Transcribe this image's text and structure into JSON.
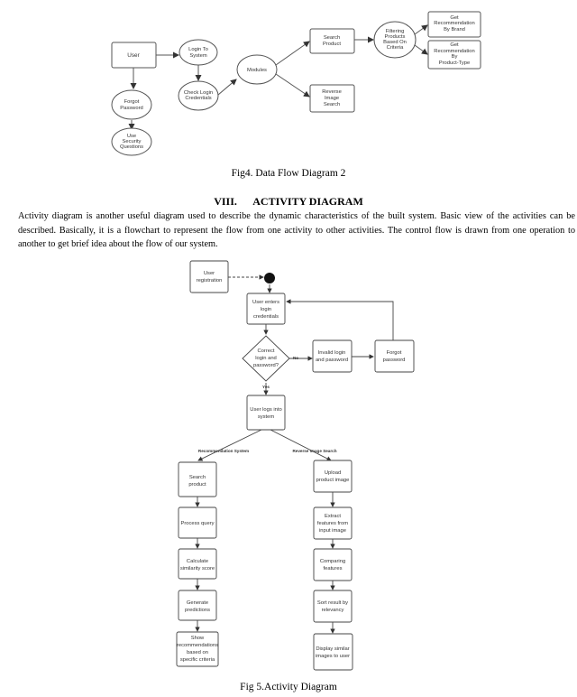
{
  "fig4": {
    "caption": "Fig4. Data Flow Diagram 2",
    "nodes": {
      "user": "User",
      "login": [
        "Login To",
        "System"
      ],
      "forgot": [
        "Forgot",
        "Password"
      ],
      "security": [
        "Use",
        "Security",
        "Questions"
      ],
      "check": [
        "Check Login",
        "Credentials"
      ],
      "modules": "Modules",
      "search": [
        "Search",
        "Product"
      ],
      "reverse": [
        "Reverse",
        "Image",
        "Search"
      ],
      "filter": [
        "Filtering",
        "Products",
        "Based On",
        "Criteria"
      ],
      "brand": [
        "Get",
        "Recommendation",
        "By Brand"
      ],
      "ptype": [
        "Get",
        "Recommendation",
        "By",
        "Product-Type"
      ]
    }
  },
  "section": {
    "number": "VIII.",
    "title": "ACTIVITY DIAGRAM",
    "paragraph": "Activity diagram is another useful diagram used to describe the dynamic characteristics of the built system. Basic view of the activities can be described. Basically, it is a flowchart to represent the flow from one activity to other activities. The control flow is drawn from one operation to another to get brief idea about the flow of our system."
  },
  "fig5": {
    "caption": "Fig 5.Activity Diagram",
    "nodes": {
      "reg": [
        "User",
        "registration"
      ],
      "enter": [
        "User enters",
        "login",
        "credentials"
      ],
      "decision": [
        "Correct",
        "login and",
        "password?"
      ],
      "invalid": [
        "Invalid login",
        "and password"
      ],
      "forgot": [
        "Forgot",
        "password"
      ],
      "logs": [
        "User logs into",
        "system"
      ],
      "search": [
        "Search",
        "product"
      ],
      "process": [
        "Process query"
      ],
      "calc": [
        "Calculate",
        "similarity score"
      ],
      "gen": [
        "Generate",
        "predictions"
      ],
      "show": [
        "Show",
        "recommendations",
        "based on",
        "specific criteria"
      ],
      "upload": [
        "Upload",
        "product image"
      ],
      "extract": [
        "Extract",
        "features from",
        "input image"
      ],
      "compare": [
        "Comparing",
        "features"
      ],
      "sort": [
        "Sort result by",
        "relevancy"
      ],
      "display": [
        "Display similar",
        "images to user"
      ]
    },
    "edge_labels": {
      "no": "No",
      "yes": "Yes",
      "rec_branch": "Recommendation System",
      "rev_branch": "Reverse Image Search"
    }
  }
}
